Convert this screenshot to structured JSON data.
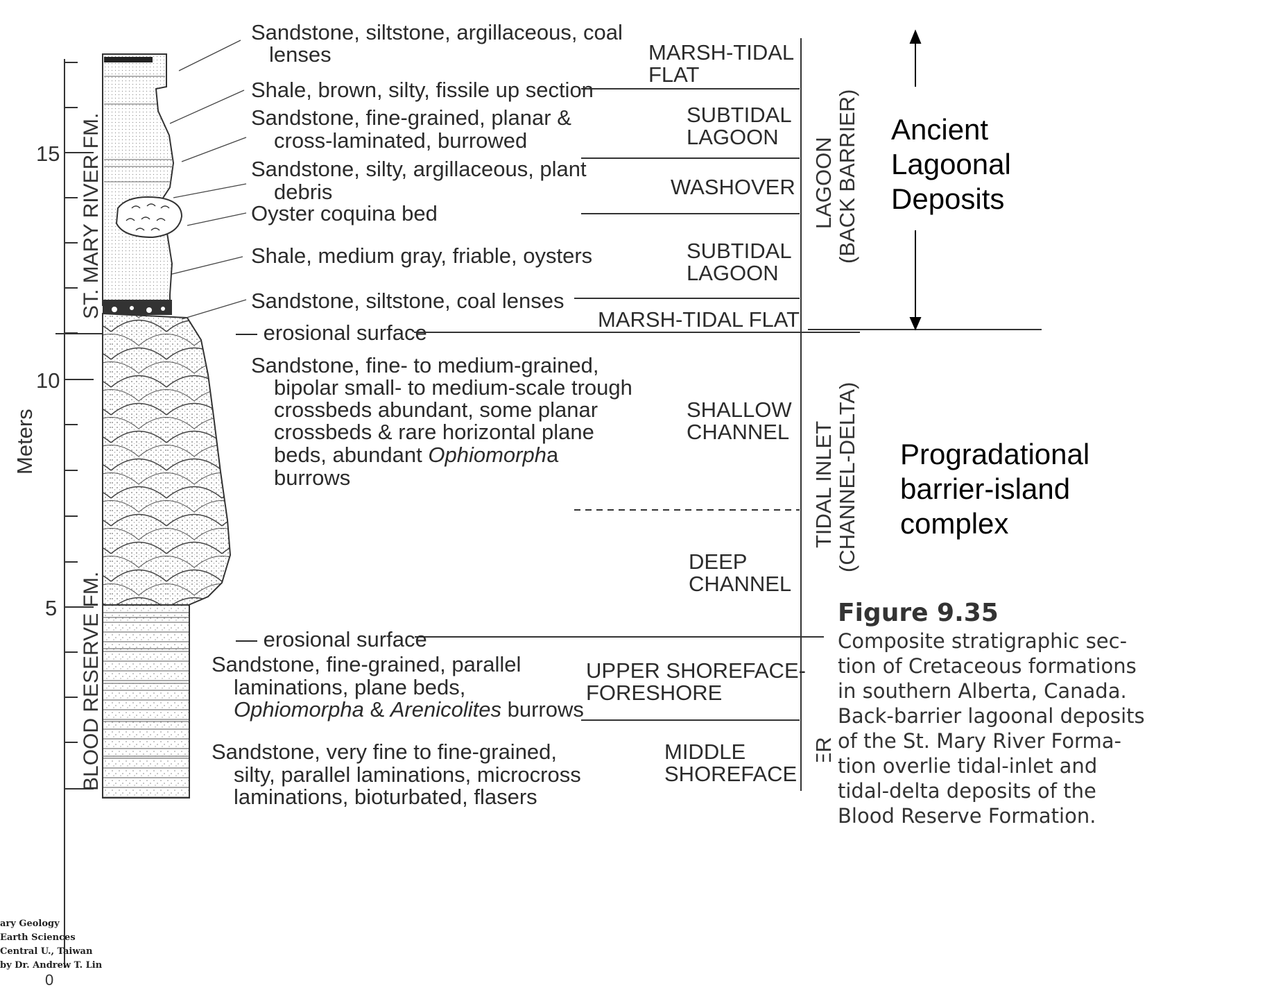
{
  "axis": {
    "label": "Meters",
    "ticks": [
      "15",
      "10",
      "5",
      "0"
    ]
  },
  "formations": {
    "upper": "ST. MARY RIVER FM.",
    "lower": "BLOOD RESERVE FM."
  },
  "descriptions": [
    {
      "lines": [
        "Sandstone, siltstone, argillaceous, coal",
        "lenses"
      ]
    },
    {
      "lines": [
        "Shale, brown, silty, fissile up section"
      ]
    },
    {
      "lines": [
        "Sandstone, fine-grained, planar &",
        "cross-laminated, burrowed"
      ]
    },
    {
      "lines": [
        "Sandstone, silty, argillaceous, plant",
        "debris"
      ]
    },
    {
      "lines": [
        "Oyster coquina bed"
      ]
    },
    {
      "lines": [
        "Shale, medium gray, friable, oysters"
      ]
    },
    {
      "lines": [
        "Sandstone, siltstone, coal lenses"
      ]
    },
    {
      "lines": [
        "— erosional surface"
      ]
    },
    {
      "lines": [
        "Sandstone, fine- to medium-grained,",
        "bipolar small- to medium-scale trough",
        "crossbeds abundant, some planar",
        "crossbeds & rare horizontal plane",
        "beds, abundant ",
        "burrows"
      ],
      "italic_word": "Ophiomorph",
      "italic_tail": "a"
    },
    {
      "lines": [
        "— erosional surface"
      ]
    },
    {
      "lines": [
        "Sandstone, fine-grained, parallel",
        "laminations, plane beds,"
      ],
      "italic_line": {
        "a": "Ophiomorpha",
        "mid": " & ",
        "b": "Arenicolites",
        "tail": " burrows"
      }
    },
    {
      "lines": [
        "Sandstone, very fine to fine-grained,",
        "silty, parallel laminations, microcross",
        "laminations, bioturbated, flasers"
      ]
    }
  ],
  "environments": [
    {
      "lines": [
        "MARSH-TIDAL",
        "FLAT"
      ]
    },
    {
      "lines": [
        "SUBTIDAL",
        "LAGOON"
      ]
    },
    {
      "lines": [
        "WASHOVER"
      ]
    },
    {
      "lines": [
        "SUBTIDAL",
        "LAGOON"
      ]
    },
    {
      "lines": [
        "MARSH-TIDAL FLAT"
      ]
    },
    {
      "lines": [
        "SHALLOW",
        "CHANNEL"
      ]
    },
    {
      "lines": [
        "DEEP",
        "CHANNEL"
      ]
    },
    {
      "lines": [
        "UPPER SHOREFACE-",
        "FORESHORE"
      ]
    },
    {
      "lines": [
        "MIDDLE",
        "SHOREFACE"
      ]
    }
  ],
  "groups": {
    "lagoon": [
      "LAGOON",
      "(BACK BARRIER)"
    ],
    "tidal_inlet": [
      "TIDAL INLET",
      "(CHANNEL-DELTA)"
    ],
    "barrier": "BARRIER"
  },
  "annotations": {
    "ancient": [
      "Ancient",
      "Lagoonal",
      "Deposits"
    ],
    "progradational": [
      "Progradational",
      "barrier-island",
      "complex"
    ]
  },
  "figure": {
    "title": "Figure 9.35",
    "caption_lines": [
      "Composite stratigraphic sec-",
      "tion of Cretaceous formations",
      "in southern Alberta, Canada.",
      "Back-barrier lagoonal deposits",
      "of the St. Mary River Forma-",
      "tion overlie tidal-inlet and",
      "tidal-delta deposits of the",
      "Blood Reserve Formation."
    ]
  },
  "credit": [
    "ary Geology",
    "Earth Sciences",
    "Central U., Taiwan",
    "by Dr. Andrew T. Lin"
  ],
  "colors": {
    "ink": "#2b2b2b",
    "annotation": "#000000"
  }
}
